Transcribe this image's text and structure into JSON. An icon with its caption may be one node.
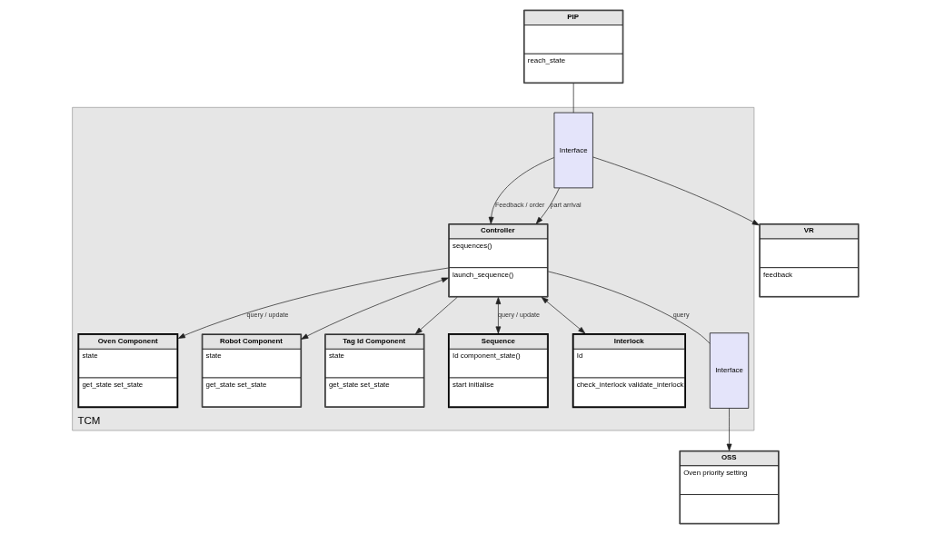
{
  "diagram": {
    "nodes": [
      {
        "text": [
          "TCM"
        ]
      },
      {
        "text": [
          "Oven Component",
          "state",
          "get_state set_state"
        ],
        "in": 0
      },
      {
        "text": [
          "Robot Component",
          "state",
          "get_state set_state"
        ],
        "in": 0
      },
      {
        "text": [
          "Tag Id Component",
          "state",
          "get_state set_state"
        ],
        "in": 0
      },
      {
        "text": [
          "Controller",
          "sequences()",
          "launch_sequence()"
        ],
        "in": 0
      },
      {
        "text": [
          "Sequence",
          "Id component_state()",
          "start initialise"
        ],
        "in": 0
      },
      {
        "text": [
          "Interlock",
          "Id",
          "check_interlock validate_interlock"
        ],
        "in": 0
      },
      {
        "text": [
          "Interface"
        ],
        "in": 0
      },
      {
        "text": [
          "Interface"
        ],
        "in": 0
      },
      {
        "text": [
          "OSS",
          "Oven priority setting"
        ]
      },
      {
        "text": [
          "VR",
          "feedback"
        ]
      },
      {
        "text": [
          "PIP",
          "reach_state"
        ]
      }
    ],
    "edges": [
      {
        "from": 4,
        "to": 1,
        "arrow": "to",
        "label": "query / update"
      },
      {
        "from": 4,
        "to": 2,
        "arrow": "both"
      },
      {
        "from": 4,
        "to": 3,
        "arrow": "to"
      },
      {
        "from": 4,
        "to": 5,
        "arrow": "both",
        "label": "query / update"
      },
      {
        "from": 4,
        "to": 6,
        "arrow": "both"
      },
      {
        "from": 4,
        "to": 7,
        "arrow": "none",
        "label": "query"
      },
      {
        "from": 7,
        "to": 9,
        "arrow": "to"
      },
      {
        "from": 8,
        "to": 4,
        "arrow": "to",
        "label": "Feedback / order"
      },
      {
        "from": 8,
        "to": 4,
        "arrow": "to",
        "label": "part arrival"
      },
      {
        "from": 8,
        "to": 10,
        "arrow": "to"
      },
      {
        "from": 11,
        "to": 8,
        "arrow": "none"
      }
    ]
  }
}
